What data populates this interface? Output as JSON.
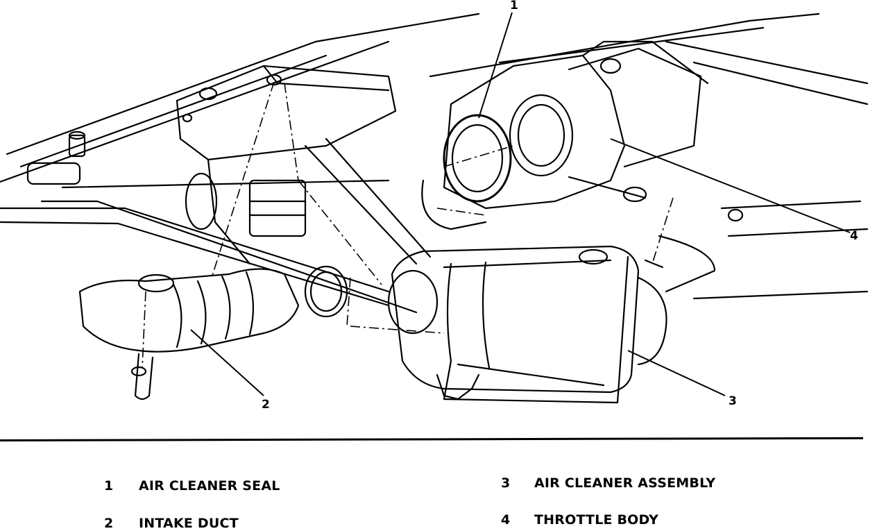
{
  "callouts": {
    "c1": "1",
    "c2": "2",
    "c3": "3",
    "c4": "4"
  },
  "legend": [
    {
      "number": "1",
      "label": "AIR CLEANER SEAL"
    },
    {
      "number": "2",
      "label": "INTAKE DUCT"
    },
    {
      "number": "3",
      "label": "AIR CLEANER ASSEMBLY"
    },
    {
      "number": "4",
      "label": "THROTTLE BODY"
    }
  ]
}
